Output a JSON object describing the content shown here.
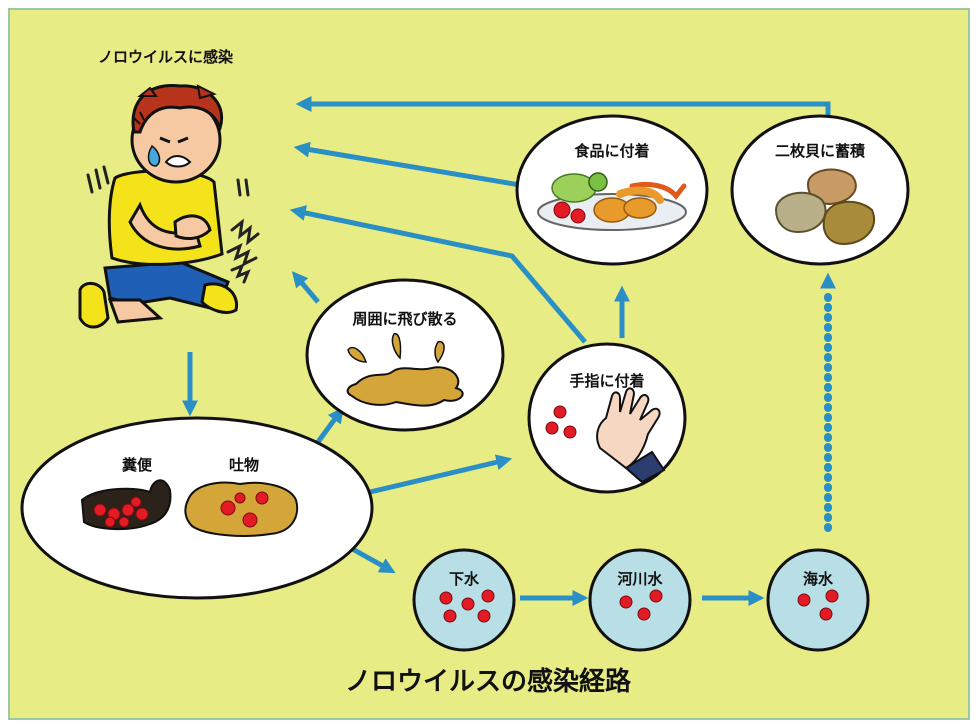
{
  "diagram": {
    "top_label": "ノロウイルスに感染",
    "title": "ノロウイルスの感染経路",
    "nodes": {
      "feces": "糞便",
      "vomit": "吐物",
      "scatter": "周囲に飛び散る",
      "fingers": "手指に付着",
      "food": "食品に付着",
      "shellfish": "二枚貝に蓄積",
      "sewage": "下水",
      "river": "河川水",
      "sea": "海水"
    }
  },
  "colors": {
    "background": "#e8ec85",
    "arrow": "#2a8fc4",
    "virus": "#e21b24",
    "water_circle": "#b8dfe6"
  }
}
